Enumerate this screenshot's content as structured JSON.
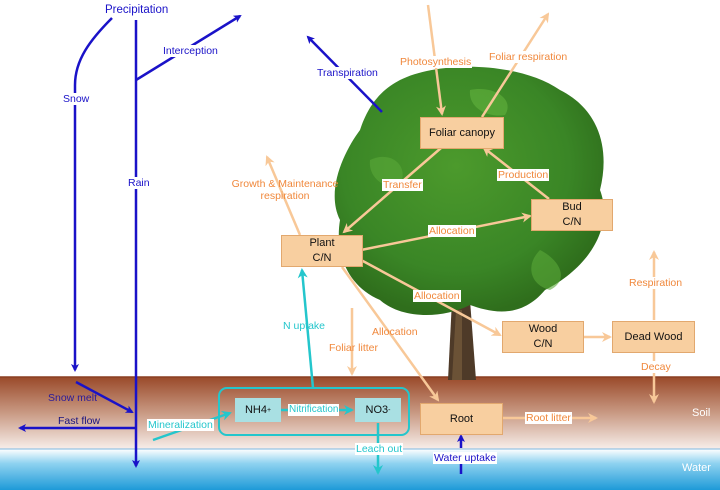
{
  "colors": {
    "water_flow": "#1a12c8",
    "carbon_flow": "#f8c898",
    "carbon_text": "#f0883c",
    "nitrogen_flow": "#24c6cc",
    "pool_fill": "#f8cfa0",
    "nitrogen_pool_fill": "#a9e0e3",
    "soil_top": "#9c4e2e",
    "water_layer": "#2aa6dc"
  },
  "water_cycle": {
    "precipitation": "Precipitation",
    "interception": "Interception",
    "snow": "Snow",
    "rain": "Rain",
    "transpiration": "Transpiration",
    "snow_melt": "Snow melt",
    "fast_flow": "Fast flow",
    "water_uptake": "Water uptake"
  },
  "carbon_flows": {
    "photosynthesis": "Photosynthesis",
    "foliar_respiration": "Foliar respiration",
    "growth_respiration_line1": "Growth & Maintenance",
    "growth_respiration_line2": "respiration",
    "transfer": "Transfer",
    "production": "Production",
    "allocation_bud": "Allocation",
    "allocation_wood": "Allocation",
    "allocation_root": "Allocation",
    "foliar_litter": "Foliar litter",
    "respiration": "Respiration",
    "decay": "Decay",
    "root_litter": "Root litter"
  },
  "pools": {
    "foliar_canopy": "Foliar canopy",
    "plant_line1": "Plant",
    "plant_line2": "C/N",
    "bud_line1": "Bud",
    "bud_line2": "C/N",
    "wood_line1": "Wood",
    "wood_line2": "C/N",
    "dead_wood": "Dead Wood",
    "root": "Root"
  },
  "nitrogen_cycle": {
    "n_uptake": "N uptake",
    "mineralization": "Mineralization",
    "nh4": "NH4",
    "nh4_charge": "+",
    "nitrification": "Nitrification",
    "no3": "NO3",
    "no3_charge": "-",
    "leach_out": "Leach out"
  },
  "layers": {
    "soil": "Soil",
    "water": "Water"
  }
}
